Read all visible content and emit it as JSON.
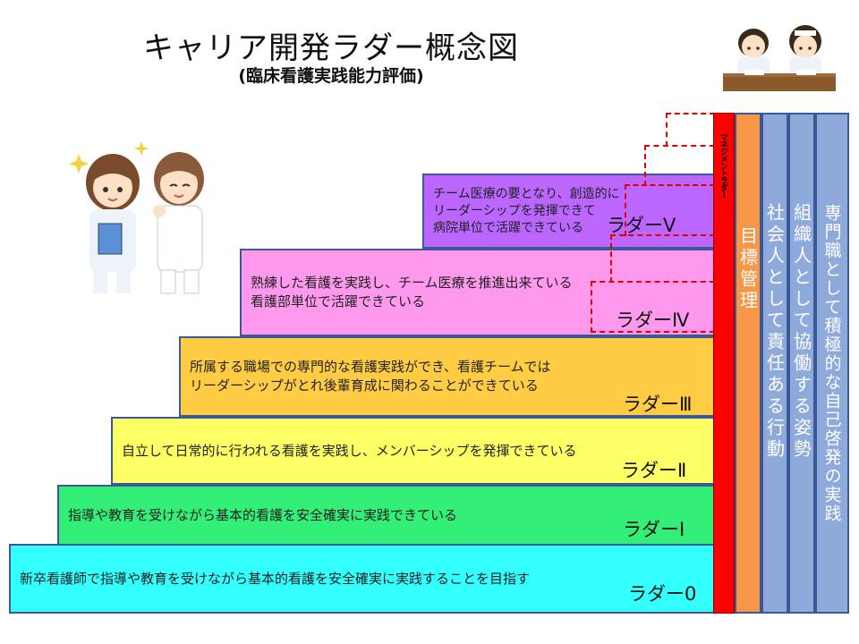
{
  "title": "キャリア開発ラダー概念図",
  "subtitle": "(臨床看護実践能力評価)",
  "ladders": [
    {
      "label": "ラダー0",
      "description": "新卒看護師で指導や教育を受けながら基本的看護を安全確実に実践することを目指す",
      "color": "#33ffff"
    },
    {
      "label": "ラダーⅠ",
      "description": "指導や教育を受けながら基本的看護を安全確実に実践できている",
      "color": "#33ee77"
    },
    {
      "label": "ラダーⅡ",
      "description": "自立して日常的に行われる看護を実践し、メンバーシップを発揮できている",
      "color": "#ffff66"
    },
    {
      "label": "ラダーⅢ",
      "description": "所属する職場での専門的な看護実践ができ、看護チームでは\nリーダーシップがとれ後輩育成に関わることができている",
      "color": "#ffcc44"
    },
    {
      "label": "ラダーⅣ",
      "description": "熟練した看護を実践し、チーム医療を推進出来ている\n看護部単位で活躍できている",
      "color": "#ff99ee"
    },
    {
      "label": "ラダーⅤ",
      "description": "チーム医療の要となり、創造的に\nリーダーシップを発揮できて\n病院単位で活躍できている",
      "color": "#bb66ff"
    }
  ],
  "management_ladder": {
    "label": "マネジメントラダー",
    "color": "#ff0000"
  },
  "columns": [
    {
      "label": "目標管理",
      "color": "#f79646"
    },
    {
      "label": "社会人として責任ある行動",
      "color": "#8eaadb"
    },
    {
      "label": "組織人として協働する姿勢",
      "color": "#8eaadb"
    },
    {
      "label": "専門職として積極的な自己啓発の実践",
      "color": "#8eaadb"
    }
  ],
  "icons": [
    "nurses-illustration",
    "students-illustration"
  ]
}
